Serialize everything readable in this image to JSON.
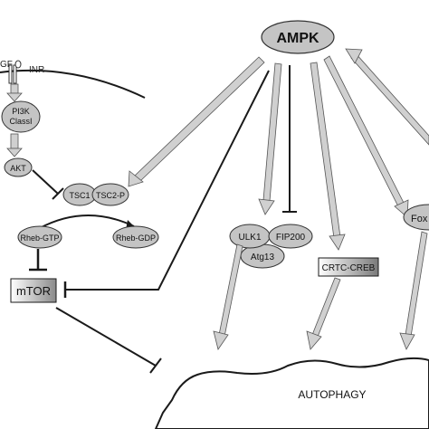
{
  "nodes": {
    "ampk": "AMPK",
    "pi3k_line1": "PI3K",
    "pi3k_line2": "ClassI",
    "akt": "AKT",
    "tsc1": "TSC1",
    "tsc2": "TSC2-P",
    "rheb_gtp": "Rheb-GTP",
    "rheb_gdp": "Rheb-GDP",
    "mtor": "mTOR",
    "ulk1": "ULK1",
    "fip200": "FIP200",
    "atg13": "Atg13",
    "crtc_creb": "CRTC-CREB",
    "foxo": "Fox",
    "autophagy": "AUTOPHAGY",
    "gf": "GF",
    "inr": "INR"
  },
  "colors": {
    "node_fill": "#c4c4c4",
    "node_stroke": "#333333",
    "arrow_fill": "#d0d0d0",
    "arrow_stroke": "#555555",
    "line": "#1a1a1a"
  }
}
